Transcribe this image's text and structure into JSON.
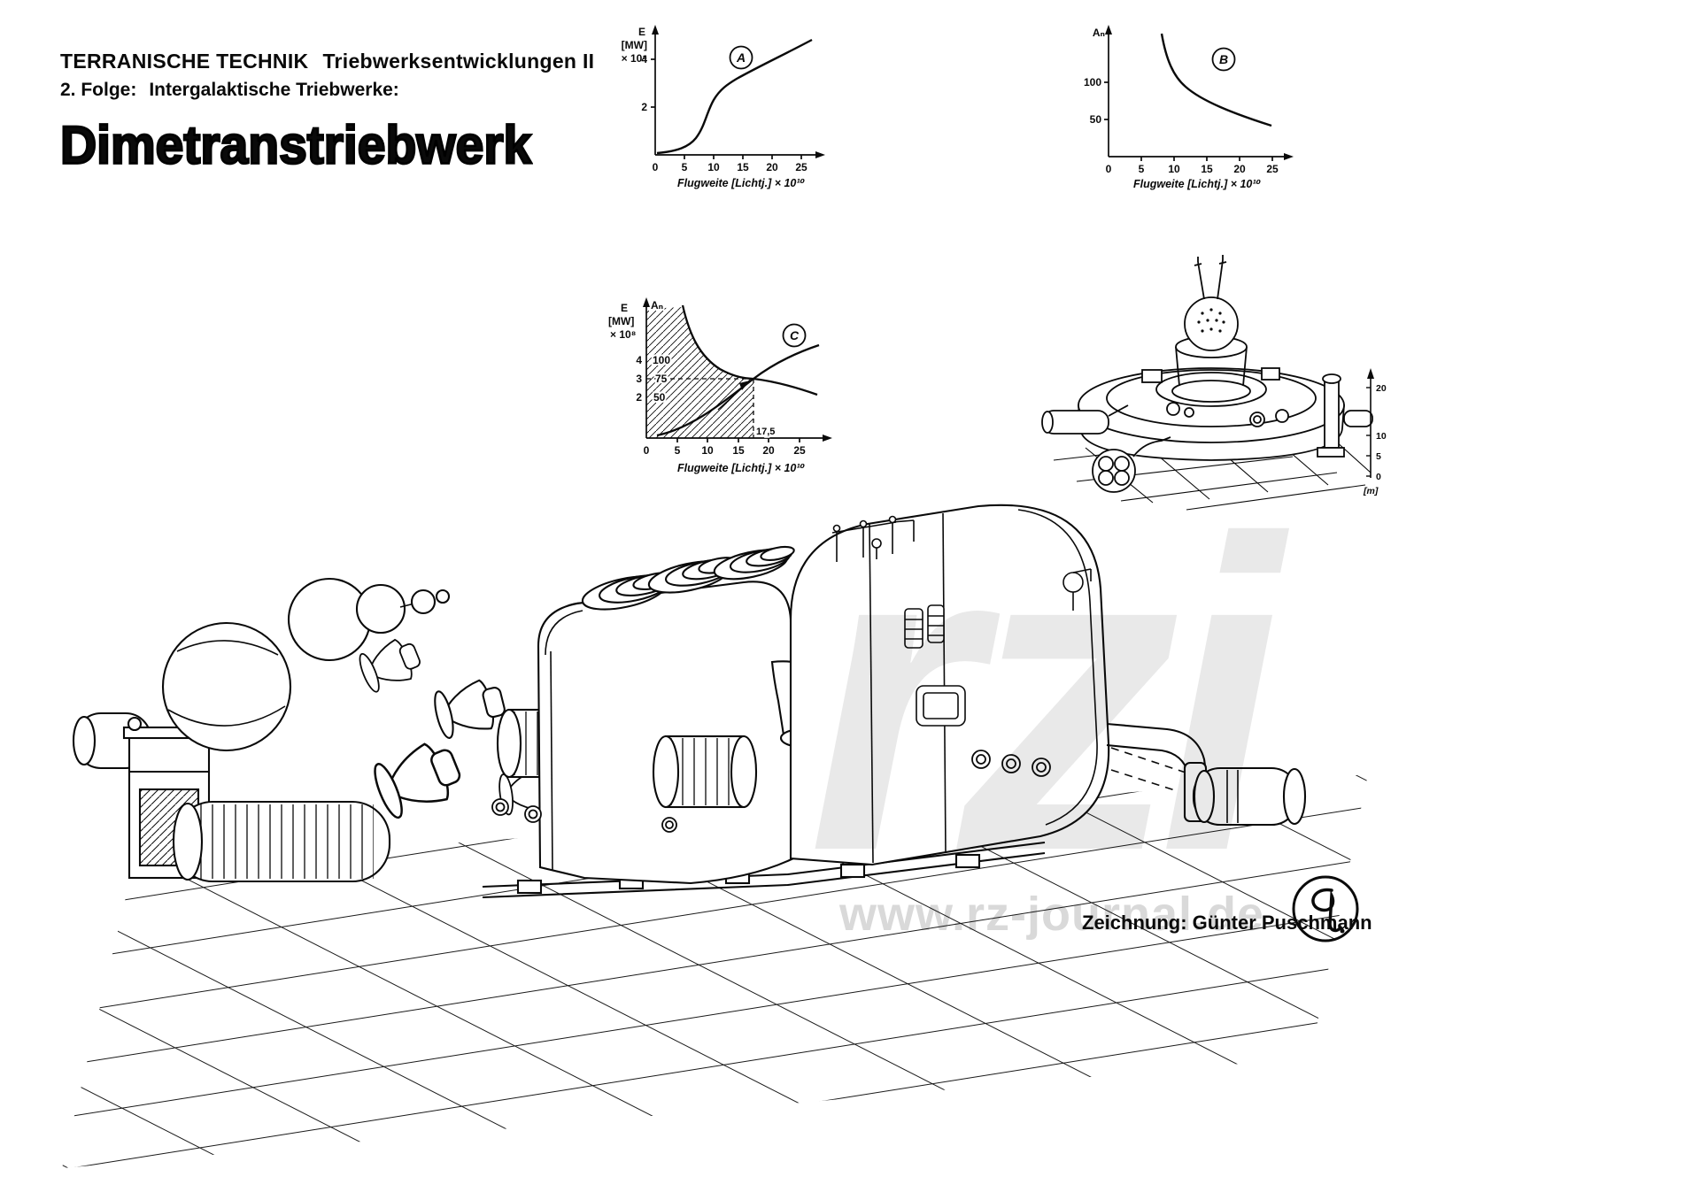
{
  "header": {
    "kicker_bold": "TERRANISCHE TECHNIK",
    "kicker_rest": "Triebwerksentwicklungen II",
    "series_label": "2. Folge:",
    "series_value": "Intergalaktische Triebwerke:",
    "title": "Dimetranstriebwerk"
  },
  "charts": {
    "xlabel": "Flugweite [Lichtj.] × 10¹⁰",
    "a": {
      "badge": "A",
      "ylabel_e": "E",
      "ylabel_mw": "[MW]",
      "ylabel_exp": "× 10⁸",
      "yticks": [
        "4",
        "2"
      ],
      "xticks": [
        "0",
        "5",
        "10",
        "15",
        "20",
        "25"
      ]
    },
    "b": {
      "badge": "B",
      "ylabel": "Aₙ",
      "yticks": [
        "100",
        "50"
      ],
      "xticks": [
        "0",
        "5",
        "10",
        "15",
        "20",
        "25"
      ]
    },
    "c": {
      "badge": "C",
      "ylabel_e": "E",
      "ylabel_mw": "[MW]",
      "ylabel_exp": "× 10⁸",
      "ylabel_an": "Aₙ",
      "yticks_e": [
        "4",
        "3",
        "2"
      ],
      "yticks_an": [
        "100",
        "75",
        "50"
      ],
      "xticks": [
        "0",
        "5",
        "10",
        "15",
        "20",
        "25"
      ],
      "marker": "17,5"
    }
  },
  "chart_data": [
    {
      "id": "A",
      "type": "line",
      "title": "A",
      "xlabel": "Flugweite [Lichtj.] × 10¹⁰",
      "ylabel": "E [MW] × 10⁸",
      "x": [
        0,
        3,
        5,
        7,
        9,
        11,
        12.5,
        14,
        16,
        18,
        20,
        22,
        24,
        26
      ],
      "y": [
        0.05,
        0.15,
        0.3,
        0.55,
        1.1,
        1.9,
        2.4,
        2.6,
        2.9,
        3.2,
        3.6,
        3.9,
        4.2,
        4.6
      ],
      "xlim": [
        0,
        27
      ],
      "ylim": [
        0,
        5
      ],
      "xticks": [
        0,
        5,
        10,
        15,
        20,
        25
      ],
      "yticks": [
        2,
        4
      ],
      "grid": false,
      "legend": false
    },
    {
      "id": "B",
      "type": "line",
      "title": "B",
      "xlabel": "Flugweite [Lichtj.] × 10¹⁰",
      "ylabel": "Aₙ",
      "x": [
        9.5,
        11,
        13,
        15,
        17,
        19,
        21,
        23,
        25,
        26.5
      ],
      "y": [
        148,
        118,
        97,
        84,
        74,
        66,
        59,
        53,
        48,
        44
      ],
      "xlim": [
        0,
        27
      ],
      "ylim": [
        0,
        160
      ],
      "xticks": [
        0,
        5,
        10,
        15,
        20,
        25
      ],
      "yticks": [
        50,
        100
      ],
      "grid": false,
      "legend": false
    },
    {
      "id": "C",
      "type": "line",
      "title": "C",
      "xlabel": "Flugweite [Lichtj.] × 10¹⁰",
      "ylabel_left": "E [MW] × 10⁸",
      "ylabel_right": "Aₙ",
      "series": [
        {
          "name": "E",
          "x": [
            0,
            5,
            10,
            14,
            17.5,
            21,
            26
          ],
          "y": [
            0.1,
            0.4,
            1.4,
            2.4,
            3.0,
            3.6,
            4.4
          ]
        },
        {
          "name": "Aₙ",
          "x": [
            6.5,
            9,
            12,
            15,
            17.5,
            21,
            26
          ],
          "y": [
            155,
            115,
            92,
            80,
            75,
            68,
            57
          ]
        }
      ],
      "annotations": {
        "intersection": {
          "x": 17.5,
          "E": 3,
          "An": 75
        },
        "dashed_guides": [
          "horizontal at Aₙ = 75 / E = 3",
          "vertical at x = 17,5"
        ],
        "x_marker_label": "17,5",
        "hatched_region": "area left of the Aₙ curve from x = 0 to x = 17,5 down to the x-axis"
      },
      "xticks": [
        0,
        5,
        10,
        15,
        20,
        25
      ],
      "yticks_E": [
        2,
        3,
        4
      ],
      "yticks_An": [
        50,
        75,
        100
      ],
      "grid": false,
      "legend": false
    }
  ],
  "scale_bar": {
    "ticks": [
      "20",
      "10",
      "5",
      "0"
    ],
    "unit": "[m]"
  },
  "credit": {
    "text": "Zeichnung: Günter Puschmann"
  },
  "watermark": {
    "url": "www.rz-journal.de",
    "logo": "rzi"
  }
}
